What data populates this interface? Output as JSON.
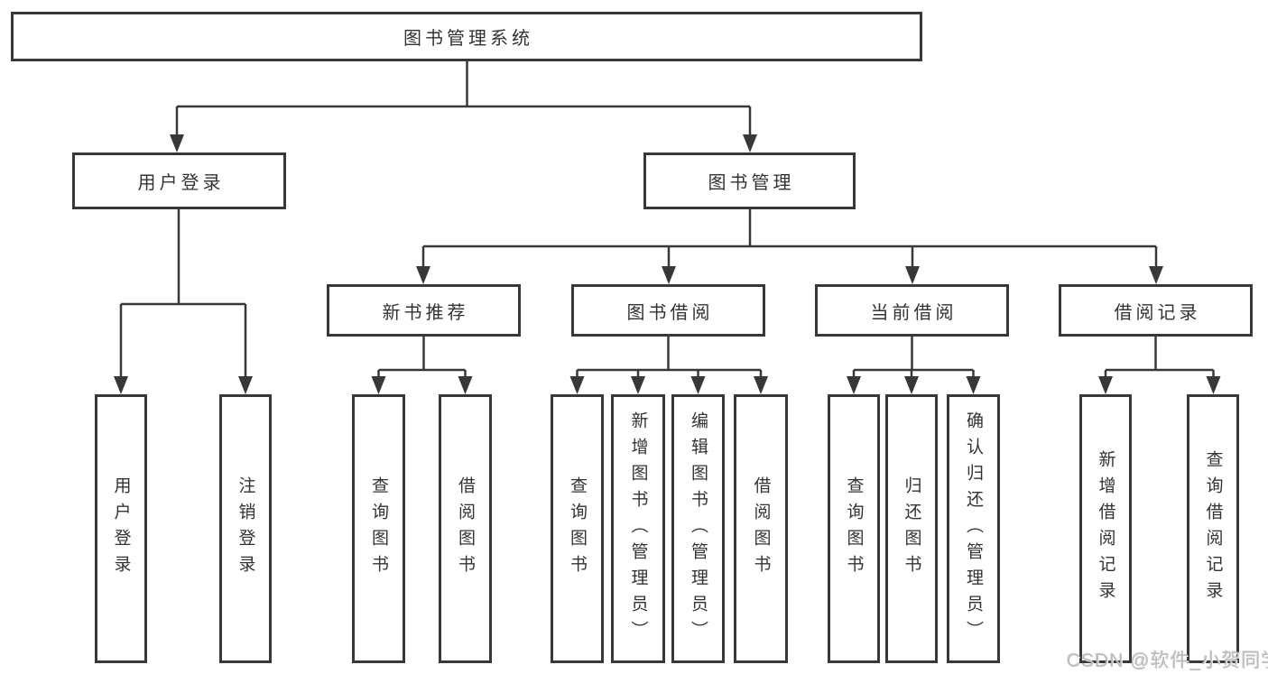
{
  "tree": {
    "root": {
      "label": "图书管理系统"
    },
    "branches": [
      {
        "label": "用户登录",
        "children": [
          {
            "label": "用户登录"
          },
          {
            "label": "注销登录"
          }
        ]
      },
      {
        "label": "图书管理",
        "children": [
          {
            "label": "新书推荐",
            "children": [
              {
                "label": "查询图书"
              },
              {
                "label": "借阅图书"
              }
            ]
          },
          {
            "label": "图书借阅",
            "children": [
              {
                "label": "查询图书"
              },
              {
                "label": "新增图书（管理员）"
              },
              {
                "label": "编辑图书（管理员）"
              },
              {
                "label": "借阅图书"
              }
            ]
          },
          {
            "label": "当前借阅",
            "children": [
              {
                "label": "查询图书"
              },
              {
                "label": "归还图书"
              },
              {
                "label": "确认归还（管理员）"
              }
            ]
          },
          {
            "label": "借阅记录",
            "children": [
              {
                "label": "新增借阅记录"
              },
              {
                "label": "查询借阅记录"
              }
            ]
          }
        ]
      }
    ]
  },
  "watermark": {
    "text": "CSDN @软件_小贺同学"
  },
  "colors": {
    "line": "#383838",
    "border": "#383838",
    "text": "#333333",
    "background": "#ffffff",
    "watermark": "#b9b9b9"
  }
}
